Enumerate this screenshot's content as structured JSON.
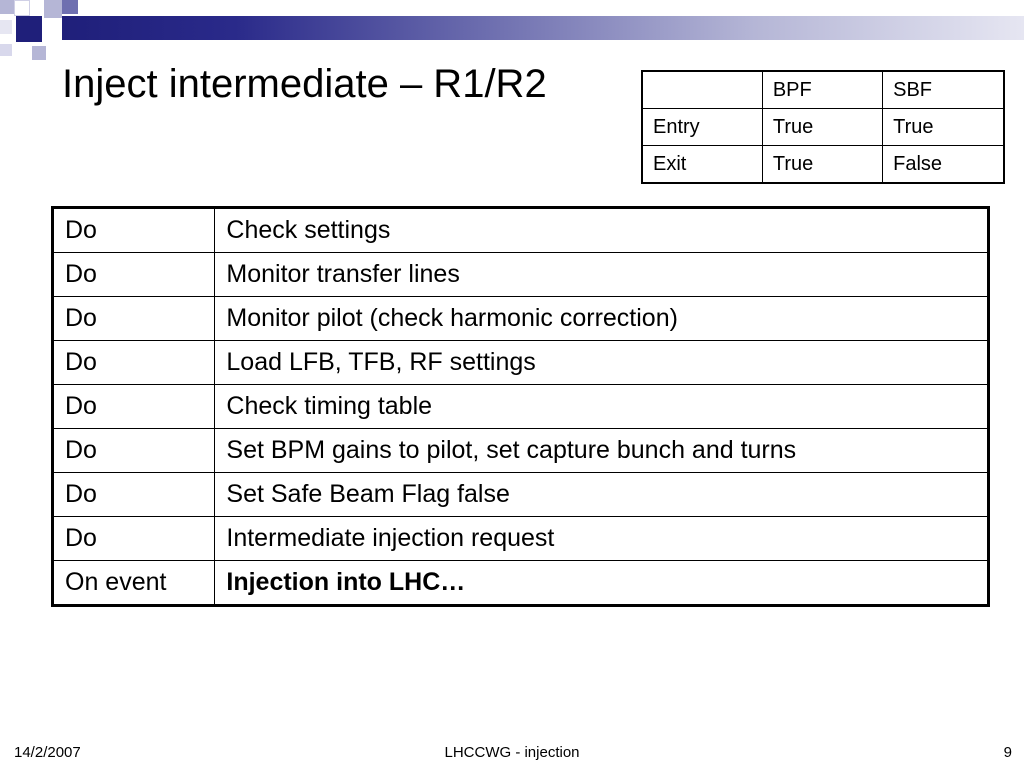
{
  "slide": {
    "title": "Inject intermediate – R1/R2"
  },
  "flag_table": {
    "header": [
      "",
      "BPF",
      "SBF"
    ],
    "rows": [
      [
        "Entry",
        "True",
        "True"
      ],
      [
        "Exit",
        "True",
        "False"
      ]
    ]
  },
  "steps_table": {
    "rows": [
      [
        "Do",
        "Check settings"
      ],
      [
        "Do",
        "Monitor transfer lines"
      ],
      [
        "Do",
        "Monitor pilot (check harmonic correction)"
      ],
      [
        "Do",
        "Load LFB, TFB, RF settings"
      ],
      [
        "Do",
        "Check timing table"
      ],
      [
        "Do",
        "Set BPM gains to pilot, set capture bunch and turns"
      ],
      [
        "Do",
        "Set Safe Beam Flag  false"
      ],
      [
        "Do",
        "Intermediate injection request"
      ],
      [
        "On event",
        "Injection into LHC…"
      ]
    ]
  },
  "footer": {
    "date": "14/2/2007",
    "center": "LHCCWG - injection",
    "page": "9"
  },
  "colors": {
    "accent_dark": "#1f1f7a",
    "accent_mid": "#6f70b0",
    "accent_light": "#b5b6d6"
  }
}
